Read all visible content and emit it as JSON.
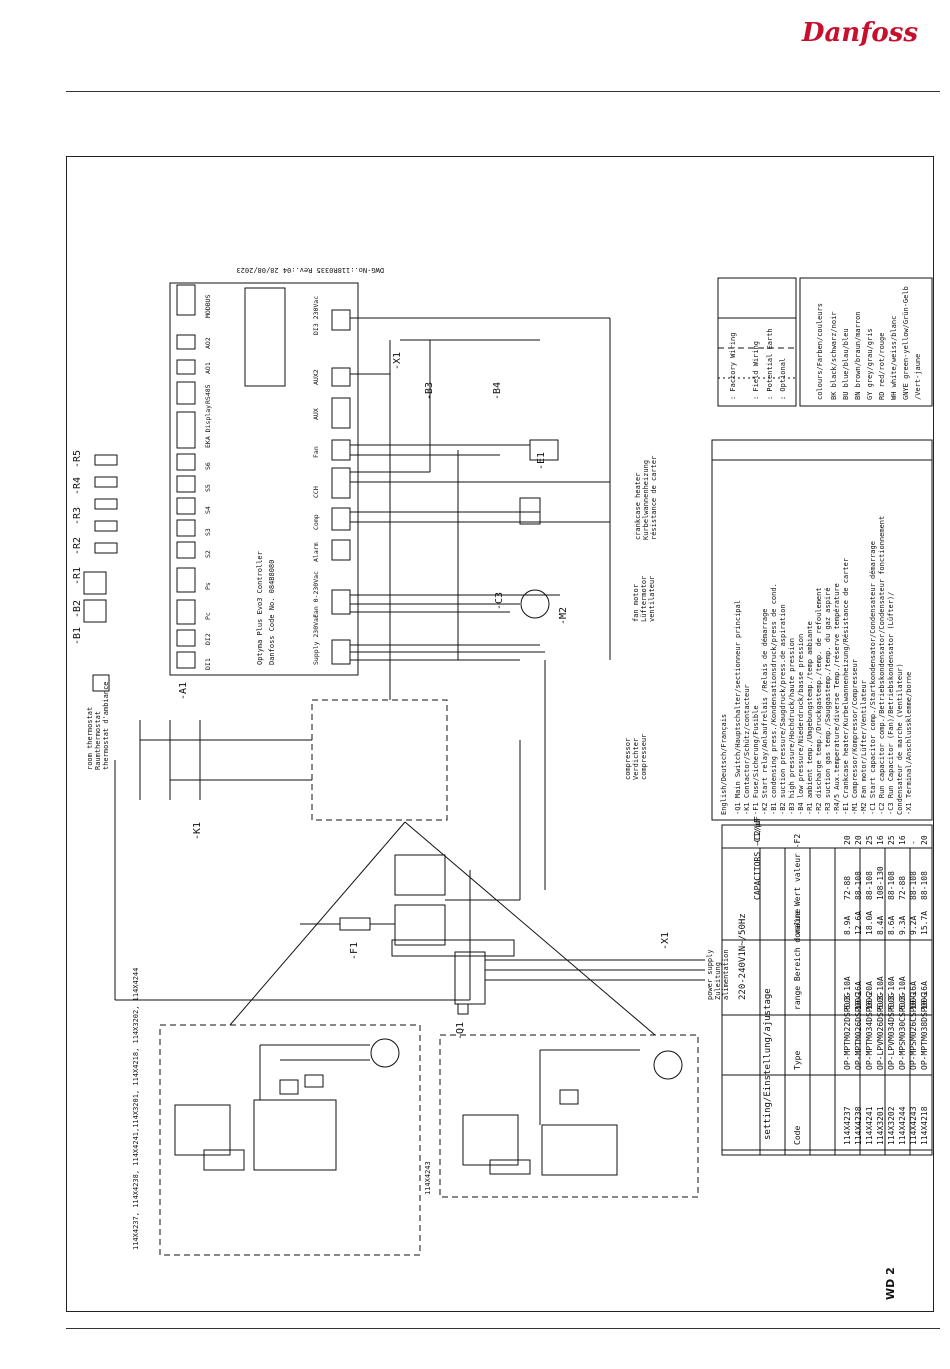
{
  "header": {
    "brand": "Danfoss"
  },
  "footer": {
    "doc_id": "WD 2"
  },
  "drawing": {
    "dwg": "DWG-No.:118R0335  Rev.:04 28/08/2023",
    "controller": {
      "line1": "Optyma Plus Evo3 Controller",
      "line2": "Danfoss Code No. 084B8080",
      "ref": "-A1"
    },
    "terminal_groups": [
      "Supply 230Vac",
      "Fan 0-230Vac",
      "Alarm",
      "Comp",
      "CCH",
      "Fan",
      "AUX",
      "AUX2",
      "DI3 230Vac"
    ],
    "inputs": [
      "DI1",
      "DI2",
      "Pc",
      "Ps",
      "S2",
      "S3",
      "S4",
      "S5",
      "S6",
      "EKA Display",
      "RS485",
      "AO1",
      "AO2",
      "MODBUS"
    ],
    "sensor_refs": [
      "-B1",
      "-B2",
      "-R1",
      "-R2",
      "-R3",
      "-R4",
      "-R5"
    ],
    "room_thermostat": [
      "room thermostat",
      "Raumthermostat",
      "thermostat d'ambiance"
    ],
    "compressor_label": [
      "compressor",
      "Verdichter",
      "compresseur"
    ],
    "fan_motor_label": [
      "fan motor",
      "Lüftermotor",
      "ventilateur"
    ],
    "crankcase_label": [
      "crankcase heater",
      "Kurbelwannenheizung",
      "résistance de carter"
    ],
    "supply": [
      "power supply",
      "Zuleitung",
      "alimentation"
    ],
    "refs": [
      "-K1",
      "-F1",
      "-Q1",
      "-X1",
      "-E1",
      "-M2",
      "-C3",
      "-B3",
      "-B4",
      "-X1"
    ],
    "variant1": "114X4237, 114X4238, 114X4241,114X3201, 114X4218, 114X3202, 114X4244",
    "variant2": "114X4243"
  },
  "legend": {
    "title": "English/Deutsch/Français",
    "items": [
      "-Q1  Main Switch/Hauptschalter/sectionneur principal",
      "-K1  Contactor/Schütz/contacteur",
      "-F1  Fuse/Sicherung/Fusible",
      "-K2  Start relay/Anlaufrelais /Relais de démarrage",
      "-B1  condensing press./Kondensationsdruck/press de cond.",
      "-B2  suction pressure/Saugdruck/press.de aspiration",
      "-B3  high pressure/Hochdruck/haute pression",
      "-B4  low pressure/Niederdruck/basse pression",
      "-R1  ambient temp./Umgebungstemp./temp ambiante",
      "-R2  discharge temp./Druckgastemp./temp. de refoulement",
      "-R3  suction gas temp./Sauggastemp./temp. du gaz aspiré",
      "-R4/5 Aux.temperature/diverse Temp./réserve température",
      "-E1  Crankcase heater/Kurbelwannenheizung/Résistance de carter",
      "-M1  Compressor/Kompressor/Compresseur",
      "-M2  Fan motor/Lüfter/Ventilateur",
      "-C1  Start capacitor comp./Startkondensator/Condensateur démarrage",
      "-C2  Run capacitor comp./Betriebskondensator/Condensateur fonctionnement",
      "-C3  Run Capacitor (Fan)/Betriebskondensator (Lüfter)/",
      "      Condensateur de marche (Ventilateur)",
      "-X1  Terminal/Anschlussklemme/borne"
    ]
  },
  "wiring_legend": {
    "items": [
      ": Factory Wiring",
      ": Field Wiring",
      ": Potential Earth",
      ": Optional"
    ]
  },
  "colours": {
    "title": "colours/Farben/couleurs",
    "items": [
      "BK  black/schwarz/noir",
      "BU  blue/blau/bleu",
      "BN  brown/braun/marron",
      "GY  grey/grau/gris",
      "RD  red/rot/rouge",
      "WH  white/weiss/blanc",
      "GNYE green-yellow/Grün-Gelb",
      "     /Vert-jaune"
    ]
  },
  "table": {
    "title": "setting/Einstellung/ajustage",
    "headers": [
      "Code",
      "Type",
      "range Bereich domaine",
      "value Wert valeur -F2",
      "CAPACITORS -C1/µF",
      "-C2/µF"
    ],
    "rows": [
      [
        "114X4237",
        "OP-MPTM022DSP00G",
        "6.3-10A",
        "8.9A",
        "72-88",
        "20"
      ],
      [
        "114X4238",
        "OP-MPTM026DSP00G",
        "10-16A",
        "12.6A",
        "88-108",
        "20"
      ],
      [
        "114X4241",
        "OP-MPTM034DSP00G",
        "16-20A",
        "18.0A",
        "88-108",
        "25"
      ],
      [
        "114X3201",
        "OP-LPVM026DSP00G",
        "6.3-10A",
        "8.4A",
        "108-130",
        "16"
      ],
      [
        "114X3202",
        "OP-LPVM034DSP00G",
        "6.3-10A",
        "8.6A",
        "88-108",
        "25"
      ],
      [
        "114X4244",
        "OP-MPSM030CSP00G",
        "6.3-10A",
        "9.3A",
        "72-88",
        "16"
      ],
      [
        "114X4243",
        "OP-MPSM026CSP00G",
        "10-16A",
        "9.2A",
        "88-108",
        "-"
      ],
      [
        "114X4218",
        "OP-MPTM038DSP00G",
        "10-16A",
        "15.7A",
        "88-108",
        "20"
      ]
    ],
    "supply_note": "220-240V1N~/50Hz"
  }
}
